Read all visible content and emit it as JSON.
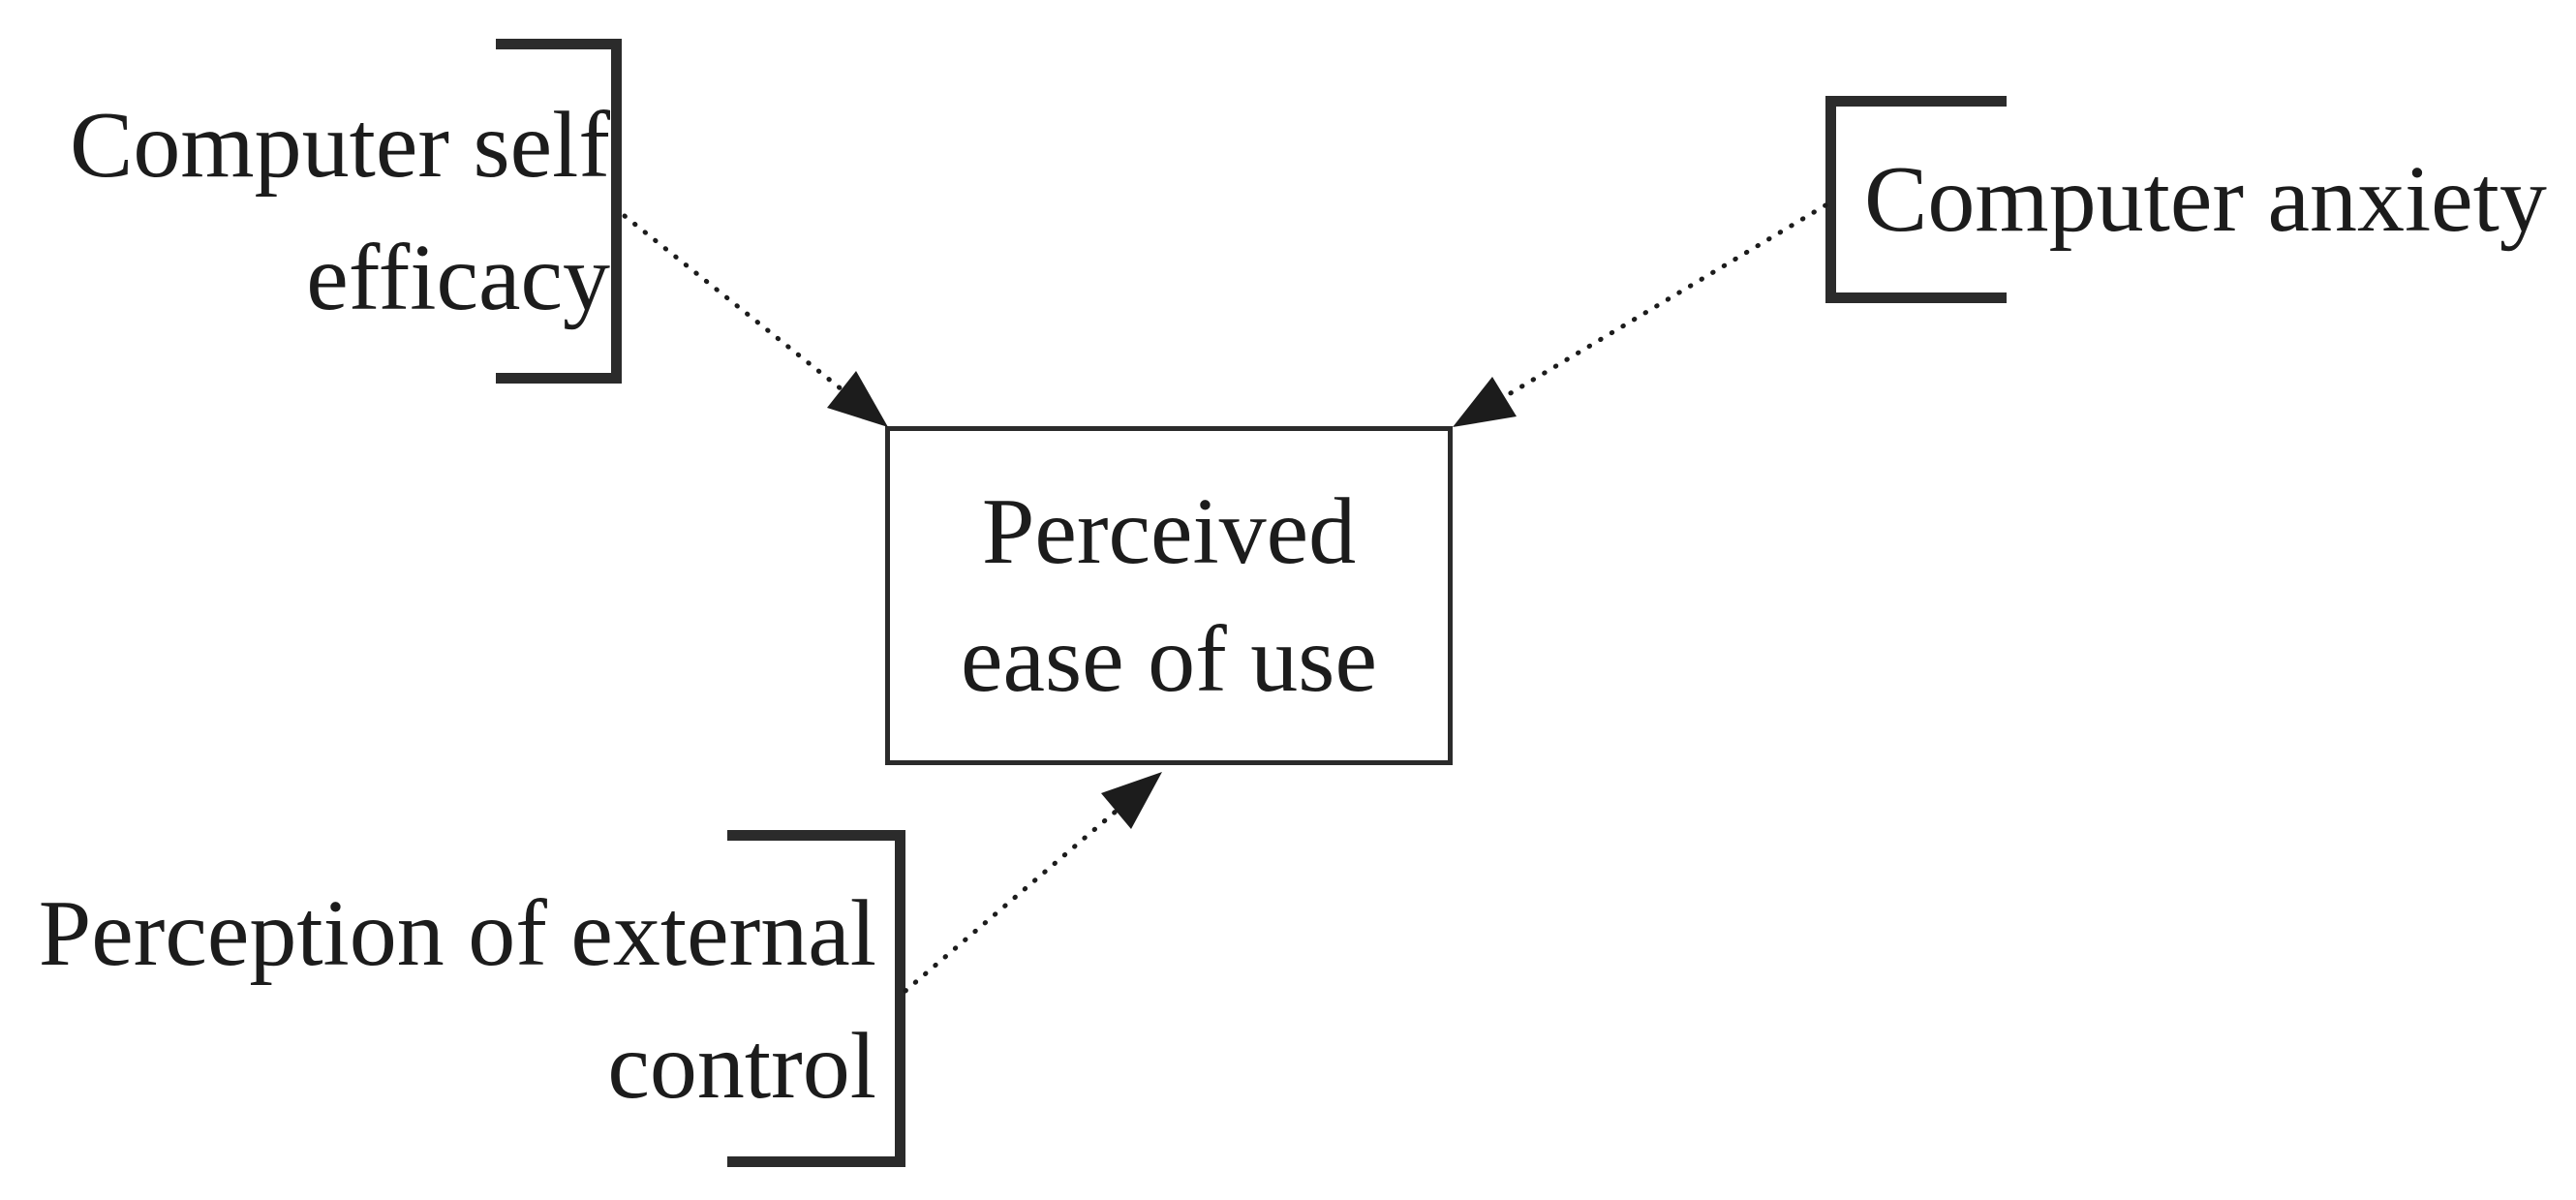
{
  "diagram": {
    "type": "path-model",
    "central_node": {
      "line1": "Perceived",
      "line2": "ease of use"
    },
    "factors": [
      {
        "name": "Computer self efficacy",
        "line1": "Computer self",
        "line2": "efficacy"
      },
      {
        "name": "Computer anxiety",
        "line1": "Computer anxiety"
      },
      {
        "name": "Perception of external control",
        "line1": "Perception of external",
        "line2": "control"
      }
    ],
    "edges": [
      {
        "from": "Computer self efficacy",
        "to": "Perceived ease of use",
        "style": "dotted-arrow"
      },
      {
        "from": "Computer anxiety",
        "to": "Perceived ease of use",
        "style": "dotted-arrow"
      },
      {
        "from": "Perception of external control",
        "to": "Perceived ease of use",
        "style": "dotted-arrow"
      }
    ],
    "colors": {
      "ink": "#1c1c1c",
      "background": "#ffffff"
    }
  }
}
